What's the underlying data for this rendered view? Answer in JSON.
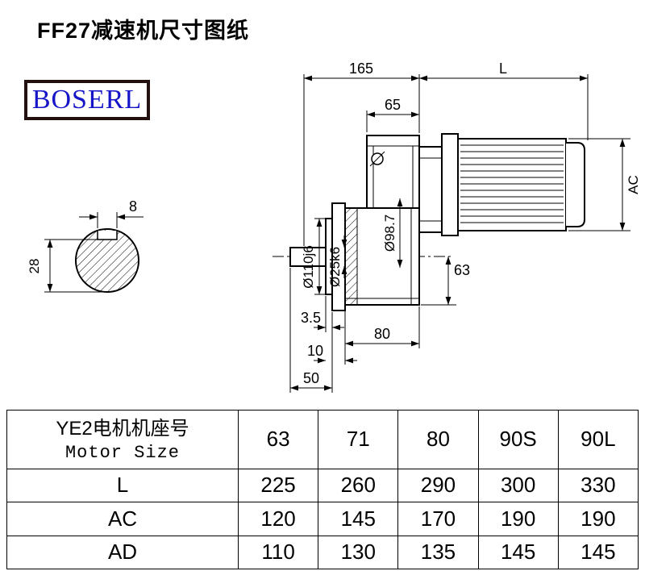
{
  "page": {
    "title": "FF27减速机尺寸图纸"
  },
  "logo": {
    "text": "BOSERL"
  },
  "drawing": {
    "dimensions": {
      "gearbox_length": "165",
      "motor_length": "L",
      "upper_housing_width": "65",
      "motor_diameter": "AC",
      "pilot_diameter": "Ø98.7",
      "flange_spigot_diameter": "Ø110j6",
      "shaft_diameter": "Ø25k6",
      "lower_housing_height": "63",
      "key_width": "8",
      "key_section_height": "28",
      "flange_lip": "3.5",
      "spigot_projection": "10",
      "shaft_length": "50",
      "housing_bottom_width": "80"
    }
  },
  "table": {
    "header": {
      "label_cn": "YE2电机机座号",
      "label_en": "Motor Size",
      "columns": [
        "63",
        "71",
        "80",
        "90S",
        "90L"
      ]
    },
    "rows": [
      {
        "label": "L",
        "values": [
          "225",
          "260",
          "290",
          "300",
          "330"
        ]
      },
      {
        "label": "AC",
        "values": [
          "120",
          "145",
          "170",
          "190",
          "190"
        ]
      },
      {
        "label": "AD",
        "values": [
          "110",
          "130",
          "135",
          "145",
          "145"
        ]
      }
    ]
  },
  "colors": {
    "logo_text": "#1616c8",
    "logo_border": "#221010",
    "line": "#000000"
  }
}
